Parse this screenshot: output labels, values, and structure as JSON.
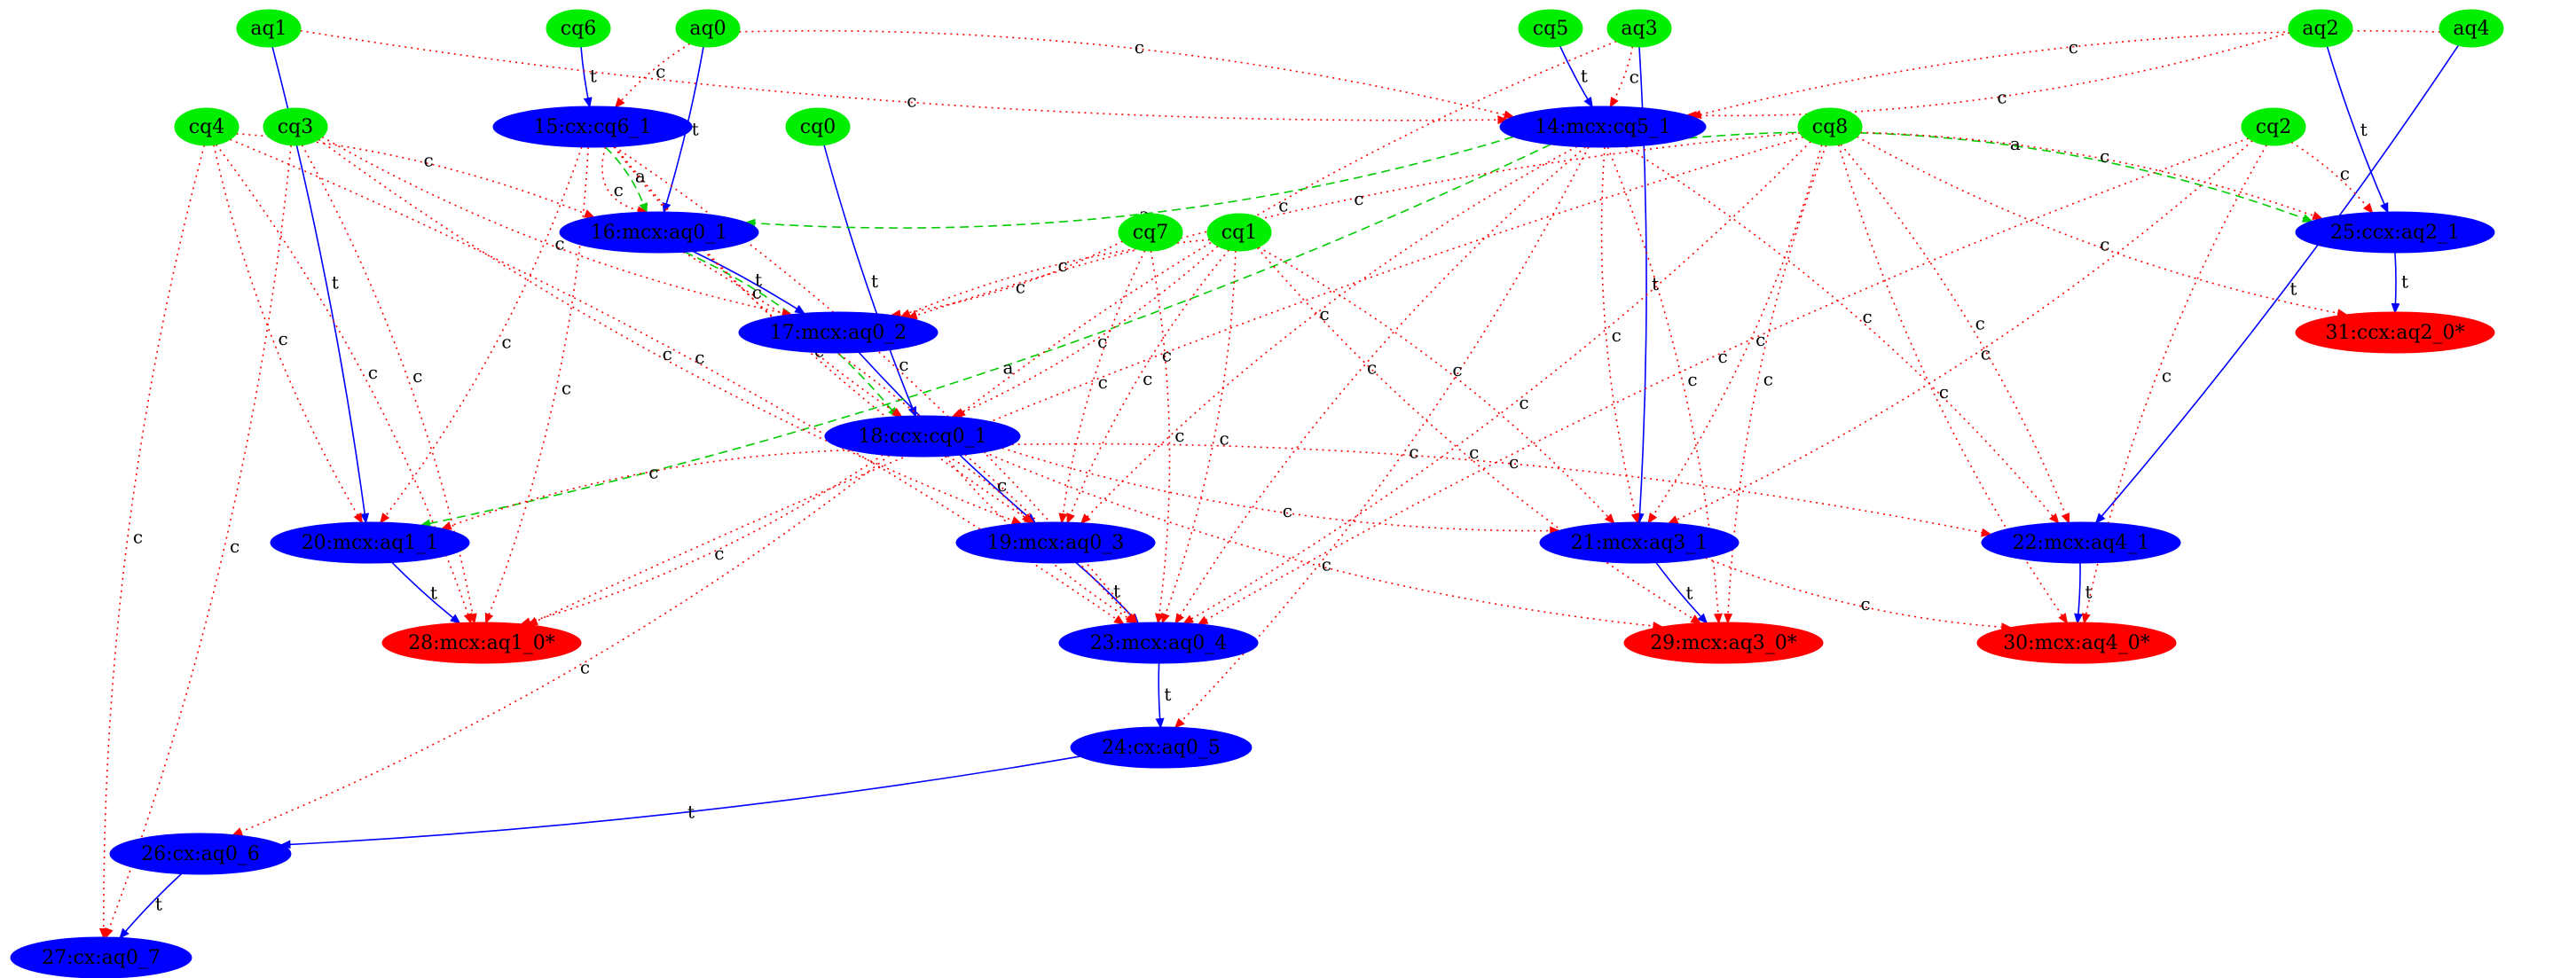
{
  "colors": {
    "input_node": "#00ee00",
    "op_node": "#0000ff",
    "final_node": "#ff0000",
    "t_edge": "#0000ff",
    "c_edge": "#ff0000",
    "a_edge": "#00cc00",
    "label_text": "#000000"
  },
  "nodes": [
    {
      "id": "aq1",
      "label": "aq1",
      "kind": "input"
    },
    {
      "id": "cq6",
      "label": "cq6",
      "kind": "input"
    },
    {
      "id": "aq0",
      "label": "aq0",
      "kind": "input"
    },
    {
      "id": "cq5",
      "label": "cq5",
      "kind": "input"
    },
    {
      "id": "aq3",
      "label": "aq3",
      "kind": "input"
    },
    {
      "id": "aq2",
      "label": "aq2",
      "kind": "input"
    },
    {
      "id": "aq4",
      "label": "aq4",
      "kind": "input"
    },
    {
      "id": "cq4",
      "label": "cq4",
      "kind": "input"
    },
    {
      "id": "cq3",
      "label": "cq3",
      "kind": "input"
    },
    {
      "id": "cq0",
      "label": "cq0",
      "kind": "input"
    },
    {
      "id": "cq8",
      "label": "cq8",
      "kind": "input"
    },
    {
      "id": "cq2",
      "label": "cq2",
      "kind": "input"
    },
    {
      "id": "cq7",
      "label": "cq7",
      "kind": "input"
    },
    {
      "id": "cq1",
      "label": "cq1",
      "kind": "input"
    },
    {
      "id": "n15",
      "label": "15:cx:cq6_1",
      "kind": "op"
    },
    {
      "id": "n14",
      "label": "14:mcx:cq5_1",
      "kind": "op"
    },
    {
      "id": "n16",
      "label": "16:mcx:aq0_1",
      "kind": "op"
    },
    {
      "id": "n25",
      "label": "25:ccx:aq2_1",
      "kind": "op"
    },
    {
      "id": "n17",
      "label": "17:mcx:aq0_2",
      "kind": "op"
    },
    {
      "id": "n31",
      "label": "31:ccx:aq2_0*",
      "kind": "final"
    },
    {
      "id": "n18",
      "label": "18:ccx:cq0_1",
      "kind": "op"
    },
    {
      "id": "n20",
      "label": "20:mcx:aq1_1",
      "kind": "op"
    },
    {
      "id": "n19",
      "label": "19:mcx:aq0_3",
      "kind": "op"
    },
    {
      "id": "n21",
      "label": "21:mcx:aq3_1",
      "kind": "op"
    },
    {
      "id": "n22",
      "label": "22:mcx:aq4_1",
      "kind": "op"
    },
    {
      "id": "n28",
      "label": "28:mcx:aq1_0*",
      "kind": "final"
    },
    {
      "id": "n23",
      "label": "23:mcx:aq0_4",
      "kind": "op"
    },
    {
      "id": "n29",
      "label": "29:mcx:aq3_0*",
      "kind": "final"
    },
    {
      "id": "n30",
      "label": "30:mcx:aq4_0*",
      "kind": "final"
    },
    {
      "id": "n24",
      "label": "24:cx:aq0_5",
      "kind": "op"
    },
    {
      "id": "n26",
      "label": "26:cx:aq0_6",
      "kind": "op"
    },
    {
      "id": "n27",
      "label": "27:cx:aq0_7",
      "kind": "op"
    }
  ],
  "edges": [
    {
      "from": "aq1",
      "to": "n20",
      "label": "t",
      "style": "t"
    },
    {
      "from": "cq6",
      "to": "n15",
      "label": "t",
      "style": "t"
    },
    {
      "from": "aq0",
      "to": "n16",
      "label": "t",
      "style": "t"
    },
    {
      "from": "cq5",
      "to": "n14",
      "label": "t",
      "style": "t"
    },
    {
      "from": "aq3",
      "to": "n21",
      "label": "t",
      "style": "t"
    },
    {
      "from": "aq2",
      "to": "n25",
      "label": "t",
      "style": "t"
    },
    {
      "from": "aq4",
      "to": "n22",
      "label": "t",
      "style": "t"
    },
    {
      "from": "cq0",
      "to": "n18",
      "label": "t",
      "style": "t"
    },
    {
      "from": "n16",
      "to": "n17",
      "label": "t",
      "style": "t"
    },
    {
      "from": "n17",
      "to": "n19",
      "label": "t",
      "style": "t"
    },
    {
      "from": "n25",
      "to": "n31",
      "label": "t",
      "style": "t"
    },
    {
      "from": "n20",
      "to": "n28",
      "label": "t",
      "style": "t"
    },
    {
      "from": "n19",
      "to": "n23",
      "label": "t",
      "style": "t"
    },
    {
      "from": "n21",
      "to": "n29",
      "label": "t",
      "style": "t"
    },
    {
      "from": "n22",
      "to": "n30",
      "label": "t",
      "style": "t"
    },
    {
      "from": "n23",
      "to": "n24",
      "label": "t",
      "style": "t"
    },
    {
      "from": "n24",
      "to": "n26",
      "label": "t",
      "style": "t"
    },
    {
      "from": "n26",
      "to": "n27",
      "label": "t",
      "style": "t"
    },
    {
      "from": "n15",
      "to": "n16",
      "label": "a",
      "style": "a"
    },
    {
      "from": "n14",
      "to": "n16",
      "label": "a",
      "style": "a"
    },
    {
      "from": "n14",
      "to": "n25",
      "label": "a",
      "style": "a"
    },
    {
      "from": "n14",
      "to": "n20",
      "label": "a",
      "style": "a"
    },
    {
      "from": "n16",
      "to": "n18",
      "label": "a",
      "style": "a"
    },
    {
      "from": "aq1",
      "to": "n14",
      "label": "c",
      "style": "c"
    },
    {
      "from": "aq0",
      "to": "n14",
      "label": "c",
      "style": "c"
    },
    {
      "from": "aq0",
      "to": "n15",
      "label": "c",
      "style": "c"
    },
    {
      "from": "aq3",
      "to": "n14",
      "label": "c",
      "style": "c"
    },
    {
      "from": "aq3",
      "to": "n18",
      "label": "c",
      "style": "c"
    },
    {
      "from": "aq2",
      "to": "n14",
      "label": "c",
      "style": "c"
    },
    {
      "from": "aq4",
      "to": "n14",
      "label": "c",
      "style": "c"
    },
    {
      "from": "cq4",
      "to": "n16",
      "label": "c",
      "style": "c"
    },
    {
      "from": "cq4",
      "to": "n20",
      "label": "c",
      "style": "c"
    },
    {
      "from": "cq4",
      "to": "n28",
      "label": "c",
      "style": "c"
    },
    {
      "from": "cq4",
      "to": "n27",
      "label": "c",
      "style": "c"
    },
    {
      "from": "cq4",
      "to": "n23",
      "label": "c",
      "style": "c"
    },
    {
      "from": "cq3",
      "to": "n17",
      "label": "c",
      "style": "c"
    },
    {
      "from": "cq3",
      "to": "n27",
      "label": "c",
      "style": "c"
    },
    {
      "from": "cq3",
      "to": "n19",
      "label": "c",
      "style": "c"
    },
    {
      "from": "cq3",
      "to": "n28",
      "label": "c",
      "style": "c"
    },
    {
      "from": "n15",
      "to": "n16",
      "label": "c",
      "style": "c"
    },
    {
      "from": "n15",
      "to": "n28",
      "label": "c",
      "style": "c"
    },
    {
      "from": "n15",
      "to": "n19",
      "label": "c",
      "style": "c"
    },
    {
      "from": "n15",
      "to": "n23",
      "label": "c",
      "style": "c"
    },
    {
      "from": "n15",
      "to": "n18",
      "label": "c",
      "style": "c"
    },
    {
      "from": "n15",
      "to": "n20",
      "label": "c",
      "style": "c"
    },
    {
      "from": "n14",
      "to": "n21",
      "label": "c",
      "style": "c"
    },
    {
      "from": "n14",
      "to": "n29",
      "label": "c",
      "style": "c"
    },
    {
      "from": "n14",
      "to": "n23",
      "label": "c",
      "style": "c"
    },
    {
      "from": "n14",
      "to": "n22",
      "label": "c",
      "style": "c"
    },
    {
      "from": "n14",
      "to": "n19",
      "label": "c",
      "style": "c"
    },
    {
      "from": "n14",
      "to": "n24",
      "label": "c",
      "style": "c"
    },
    {
      "from": "cq8",
      "to": "n17",
      "label": "c",
      "style": "c"
    },
    {
      "from": "cq8",
      "to": "n25",
      "label": "c",
      "style": "c"
    },
    {
      "from": "cq8",
      "to": "n31",
      "label": "c",
      "style": "c"
    },
    {
      "from": "cq8",
      "to": "n21",
      "label": "c",
      "style": "c"
    },
    {
      "from": "cq8",
      "to": "n29",
      "label": "c",
      "style": "c"
    },
    {
      "from": "cq8",
      "to": "n22",
      "label": "c",
      "style": "c"
    },
    {
      "from": "cq8",
      "to": "n30",
      "label": "c",
      "style": "c"
    },
    {
      "from": "cq8",
      "to": "n23",
      "label": "c",
      "style": "c"
    },
    {
      "from": "cq8",
      "to": "n28",
      "label": "c",
      "style": "c"
    },
    {
      "from": "cq2",
      "to": "n25",
      "label": "c",
      "style": "c"
    },
    {
      "from": "cq2",
      "to": "n30",
      "label": "c",
      "style": "c"
    },
    {
      "from": "cq2",
      "to": "n21",
      "label": "c",
      "style": "c"
    },
    {
      "from": "cq2",
      "to": "n23",
      "label": "c",
      "style": "c"
    },
    {
      "from": "cq7",
      "to": "n17",
      "label": "c",
      "style": "c"
    },
    {
      "from": "cq7",
      "to": "n19",
      "label": "c",
      "style": "c"
    },
    {
      "from": "cq7",
      "to": "n23",
      "label": "c",
      "style": "c"
    },
    {
      "from": "cq1",
      "to": "n17",
      "label": "c",
      "style": "c"
    },
    {
      "from": "cq1",
      "to": "n18",
      "label": "c",
      "style": "c"
    },
    {
      "from": "cq1",
      "to": "n19",
      "label": "c",
      "style": "c"
    },
    {
      "from": "cq1",
      "to": "n23",
      "label": "c",
      "style": "c"
    },
    {
      "from": "cq1",
      "to": "n29",
      "label": "c",
      "style": "c"
    },
    {
      "from": "cq1",
      "to": "n21",
      "label": "c",
      "style": "c"
    },
    {
      "from": "n18",
      "to": "n20",
      "label": "c",
      "style": "c"
    },
    {
      "from": "n18",
      "to": "n19",
      "label": "c",
      "style": "c"
    },
    {
      "from": "n18",
      "to": "n23",
      "label": "c",
      "style": "c"
    },
    {
      "from": "n18",
      "to": "n28",
      "label": "c",
      "style": "c"
    },
    {
      "from": "n18",
      "to": "n21",
      "label": "c",
      "style": "c"
    },
    {
      "from": "n18",
      "to": "n22",
      "label": "c",
      "style": "c"
    },
    {
      "from": "n18",
      "to": "n29",
      "label": "c",
      "style": "c"
    },
    {
      "from": "n18",
      "to": "n26",
      "label": "c",
      "style": "c"
    },
    {
      "from": "n21",
      "to": "n30",
      "label": "c",
      "style": "c"
    },
    {
      "from": "n16",
      "to": "n23",
      "label": "c",
      "style": "c"
    }
  ]
}
